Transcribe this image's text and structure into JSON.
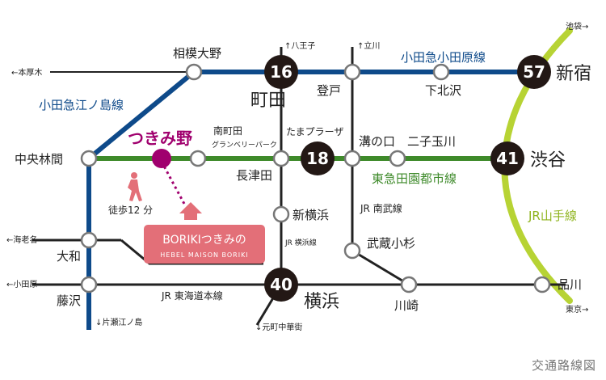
{
  "title_caption": "交通路線図",
  "colors": {
    "odakyu_line": "#0e4a8a",
    "denentoshi_line": "#3e8a2a",
    "yamanote_line": "#b7d334",
    "jr_line": "#222222",
    "highlight": "#a0006e",
    "property_box": "#e36f78",
    "badge": "#231815"
  },
  "lines": {
    "odakyu_enoshima": "小田急江ノ島線",
    "odakyu_odawara": "小田急小田原線",
    "denentoshi": "東急田園都市線",
    "yamanote": "JR山手線",
    "nambu": "JR 南武線",
    "yokohama": "JR 横浜線",
    "tokaido": "JR 東海道本線"
  },
  "stations": {
    "sagami_ono": "相模大野",
    "machida": "町田",
    "noborito": "登戸",
    "shimokitazawa": "下北沢",
    "shinjuku": "新宿",
    "chuo_rinkan": "中央林間",
    "tsukimino": "つきみ野",
    "minami_machida": "南町田",
    "minami_machida_sub": "グランベリーパーク",
    "tama_plaza": "たまプラーザ",
    "nagatsuta": "長津田",
    "mizonokuchi": "溝の口",
    "futako_tamagawa": "二子玉川",
    "shibuya": "渋谷",
    "shin_yokohama": "新横浜",
    "musashi_kosugi": "武蔵小杉",
    "yamato": "大和",
    "fujisawa": "藤沢",
    "yokohama": "横浜",
    "kawasaki": "川崎",
    "shinagawa": "品川"
  },
  "directions": {
    "honatsugi": "←本厚木",
    "hachioji": "↑八王子",
    "tachikawa": "↑立川",
    "ikebukuro": "池袋→",
    "ebina": "←海老名",
    "odawara": "←小田原",
    "katase_enoshima": "↓片瀬江ノ島",
    "motomachi": "↓元町中華街",
    "tokyo": "東京→"
  },
  "badges": {
    "machida": "16",
    "nagatsuta": "18",
    "shinjuku": "57",
    "shibuya": "41",
    "yokohama": "40"
  },
  "walk": "徒歩12 分",
  "property": {
    "name": "BORIKIつきみの",
    "sub": "HEBEL MAISON BORIKI"
  }
}
